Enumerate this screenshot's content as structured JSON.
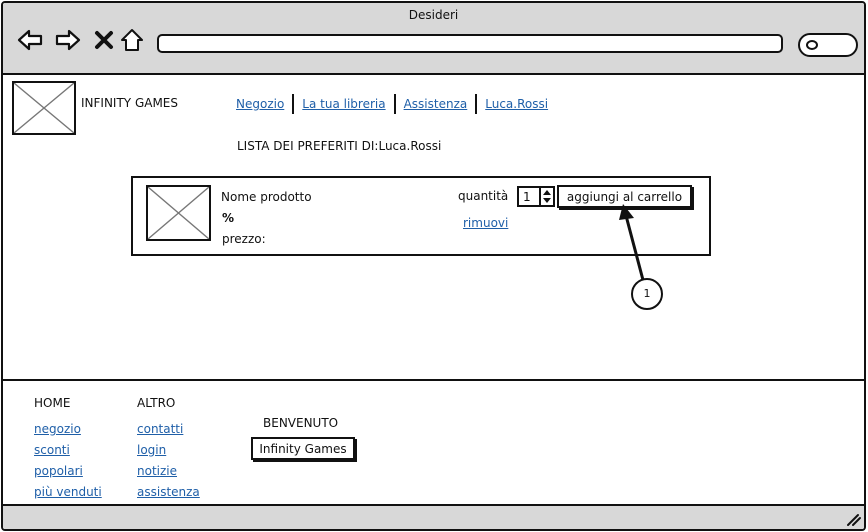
{
  "window": {
    "title": "Desideri"
  },
  "browser": {
    "nav_icons": [
      "back-arrow-icon",
      "forward-arrow-icon",
      "close-x-icon",
      "home-icon"
    ],
    "search_icon": "search-icon"
  },
  "header": {
    "brand": "INFINITY GAMES",
    "nav": [
      "Negozio",
      "La tua libreria",
      "Assistenza",
      "Luca.Rossi"
    ]
  },
  "wishlist": {
    "title": "LISTA DEI PREFERITI DI:",
    "user": "Luca.Rossi",
    "items": [
      {
        "name": "Nome prodotto",
        "discount": "%",
        "price_label": "prezzo:",
        "quantity_label": "quantità",
        "quantity": "1",
        "add_to_cart": "aggiungi al carrello",
        "remove": "rimuovi"
      }
    ]
  },
  "annotation": {
    "number": "1"
  },
  "footer": {
    "home": {
      "heading": "HOME",
      "links": [
        "negozio",
        "sconti",
        "popolari",
        "più venduti"
      ]
    },
    "more": {
      "heading": "ALTRO",
      "links": [
        "contatti",
        "login",
        "notizie",
        "assistenza"
      ]
    },
    "welcome": {
      "heading": "BENVENUTO",
      "button": "Infinity Games"
    }
  },
  "colors": {
    "link": "#1f5fa8",
    "chrome": "#d8d8d8",
    "stroke": "#111111"
  }
}
